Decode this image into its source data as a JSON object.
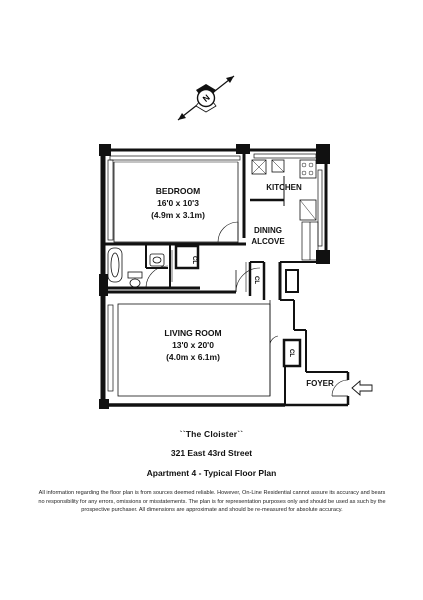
{
  "compass": {
    "letter": "N"
  },
  "rooms": {
    "bedroom": {
      "name": "BEDROOM",
      "dims_ft": "16'0 x 10'3",
      "dims_m": "(4.9m x 3.1m)"
    },
    "kitchen": {
      "name": "KITCHEN"
    },
    "dining": {
      "line1": "DINING",
      "line2": "ALCOVE"
    },
    "living": {
      "name": "LIVING ROOM",
      "dims_ft": "13'0 x 20'0",
      "dims_m": "(4.0m x 6.1m)"
    },
    "foyer": {
      "name": "FOYER"
    },
    "closet_label": "CL"
  },
  "caption": {
    "building": "``The Cloister``",
    "address": "321 East 43rd Street",
    "plan": "Apartment 4 - Typical Floor Plan"
  },
  "disclaimer": "All information regarding the floor plan is from sources deemed reliable. However, On-Line Residential cannot assure its accuracy and bears no responsibility for any errors, omissions or misstatements. The plan is for representation purposes only and should be used as such by the prospective purchaser. All dimensions are approximate and should be re-measured for absolute accuracy."
}
